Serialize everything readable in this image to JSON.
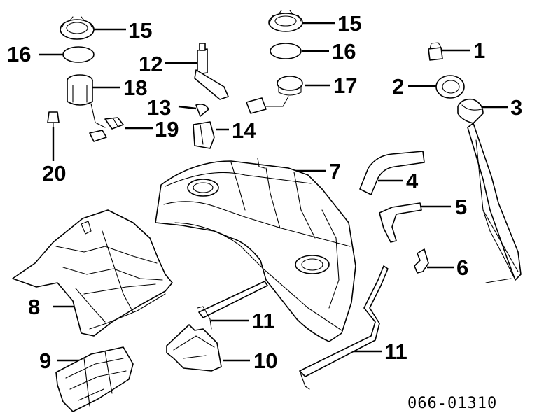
{
  "diagram": {
    "callouts": {
      "n1": "1",
      "n2": "2",
      "n3": "3",
      "n4": "4",
      "n5": "5",
      "n6": "6",
      "n7": "7",
      "n8": "8",
      "n9": "9",
      "n10": "10",
      "n11a": "11",
      "n11b": "11",
      "n12": "12",
      "n13": "13",
      "n14": "14",
      "n15a": "15",
      "n15b": "15",
      "n16a": "16",
      "n16b": "16",
      "n17": "17",
      "n18": "18",
      "n19": "19",
      "n20": "20"
    },
    "code": "066-01310"
  }
}
